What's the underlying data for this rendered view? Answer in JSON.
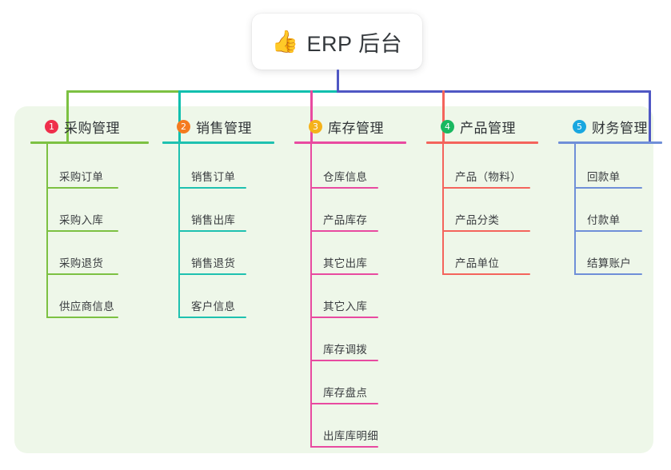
{
  "diagram": {
    "type": "mind-map",
    "root": {
      "icon": "thumbs-up-icon",
      "icon_glyph": "👍",
      "title": "ERP 后台"
    },
    "canvas_background": "#eef7e9",
    "trunk_color": "#4f57c4",
    "branches": [
      {
        "number": "1",
        "title": "采购管理",
        "badge_color": "#ef2f4b",
        "line_color": "#7cc142",
        "connector_color": "#7cc142",
        "items": [
          "采购订单",
          "采购入库",
          "采购退货",
          "供应商信息"
        ]
      },
      {
        "number": "2",
        "title": "销售管理",
        "badge_color": "#f47b20",
        "line_color": "#1ec1b0",
        "connector_color": "#0fbfae",
        "items": [
          "销售订单",
          "销售出库",
          "销售退货",
          "客户信息"
        ]
      },
      {
        "number": "3",
        "title": "库存管理",
        "badge_color": "#f5b21a",
        "line_color": "#e84aa0",
        "connector_color": "#e84aa0",
        "items": [
          "仓库信息",
          "产品库存",
          "其它出库",
          "其它入库",
          "库存调拨",
          "库存盘点",
          "出库库明细"
        ]
      },
      {
        "number": "4",
        "title": "产品管理",
        "badge_color": "#19b860",
        "line_color": "#f4645c",
        "connector_color": "#f4645c",
        "items": [
          "产品（物料）",
          "产品分类",
          "产品单位"
        ]
      },
      {
        "number": "5",
        "title": "财务管理",
        "badge_color": "#19a7e0",
        "line_color": "#6f8fd8",
        "connector_color": "#4f57c4",
        "items": [
          "回款单",
          "付款单",
          "结算账户"
        ]
      }
    ]
  }
}
